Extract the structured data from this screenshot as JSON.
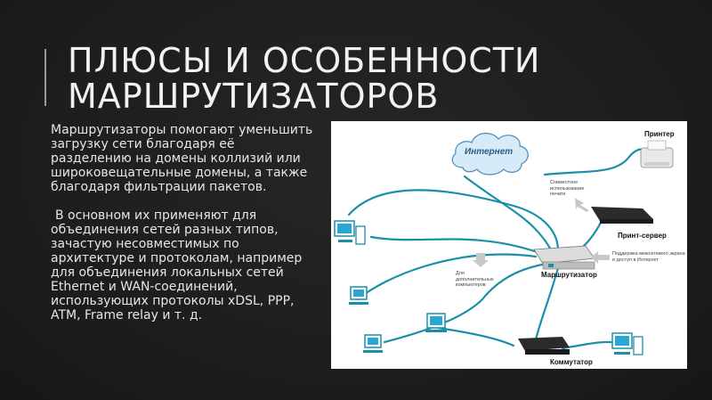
{
  "title": {
    "line1": "ПЛЮСЫ И ОСОБЕННОСТИ",
    "line2": "МАРШРУТИЗАТОРОВ"
  },
  "body": {
    "paragraph1": "Маршрутизаторы помогают уменьшить загрузку сети благодаря её разделению на домены коллизий или широковещательные домены, а также благодаря фильтрации пакетов.",
    "paragraph2": "В основном их применяют для объединения сетей разных типов, зачастую несовместимых по архитектуре и протоколам, например для объединения локальных сетей Ethernet и WAN-соединений, использующих протоколы xDSL, PPP, ATM, Frame relay и т. д."
  },
  "diagram": {
    "internet_label": "Интернет",
    "printer_label": "Принтер",
    "print_server_label": "Принт-сервер",
    "router_label": "Маршрутизатор",
    "switch_label": "Коммутатор",
    "note_shared_printing": "Совместное использование печати",
    "note_firewall": "Поддержка межсетевого экрана и доступ в Интернет",
    "note_more_computers": "Для дополнительных компьютеров",
    "colors": {
      "cable": "#1a8fa8",
      "cloud": "#d7eaf7",
      "cloud_stroke": "#4a8bbf",
      "device": "#2b2b2b",
      "monitor_screen": "#2aa7d6",
      "arrow": "#c8c8c8"
    }
  }
}
